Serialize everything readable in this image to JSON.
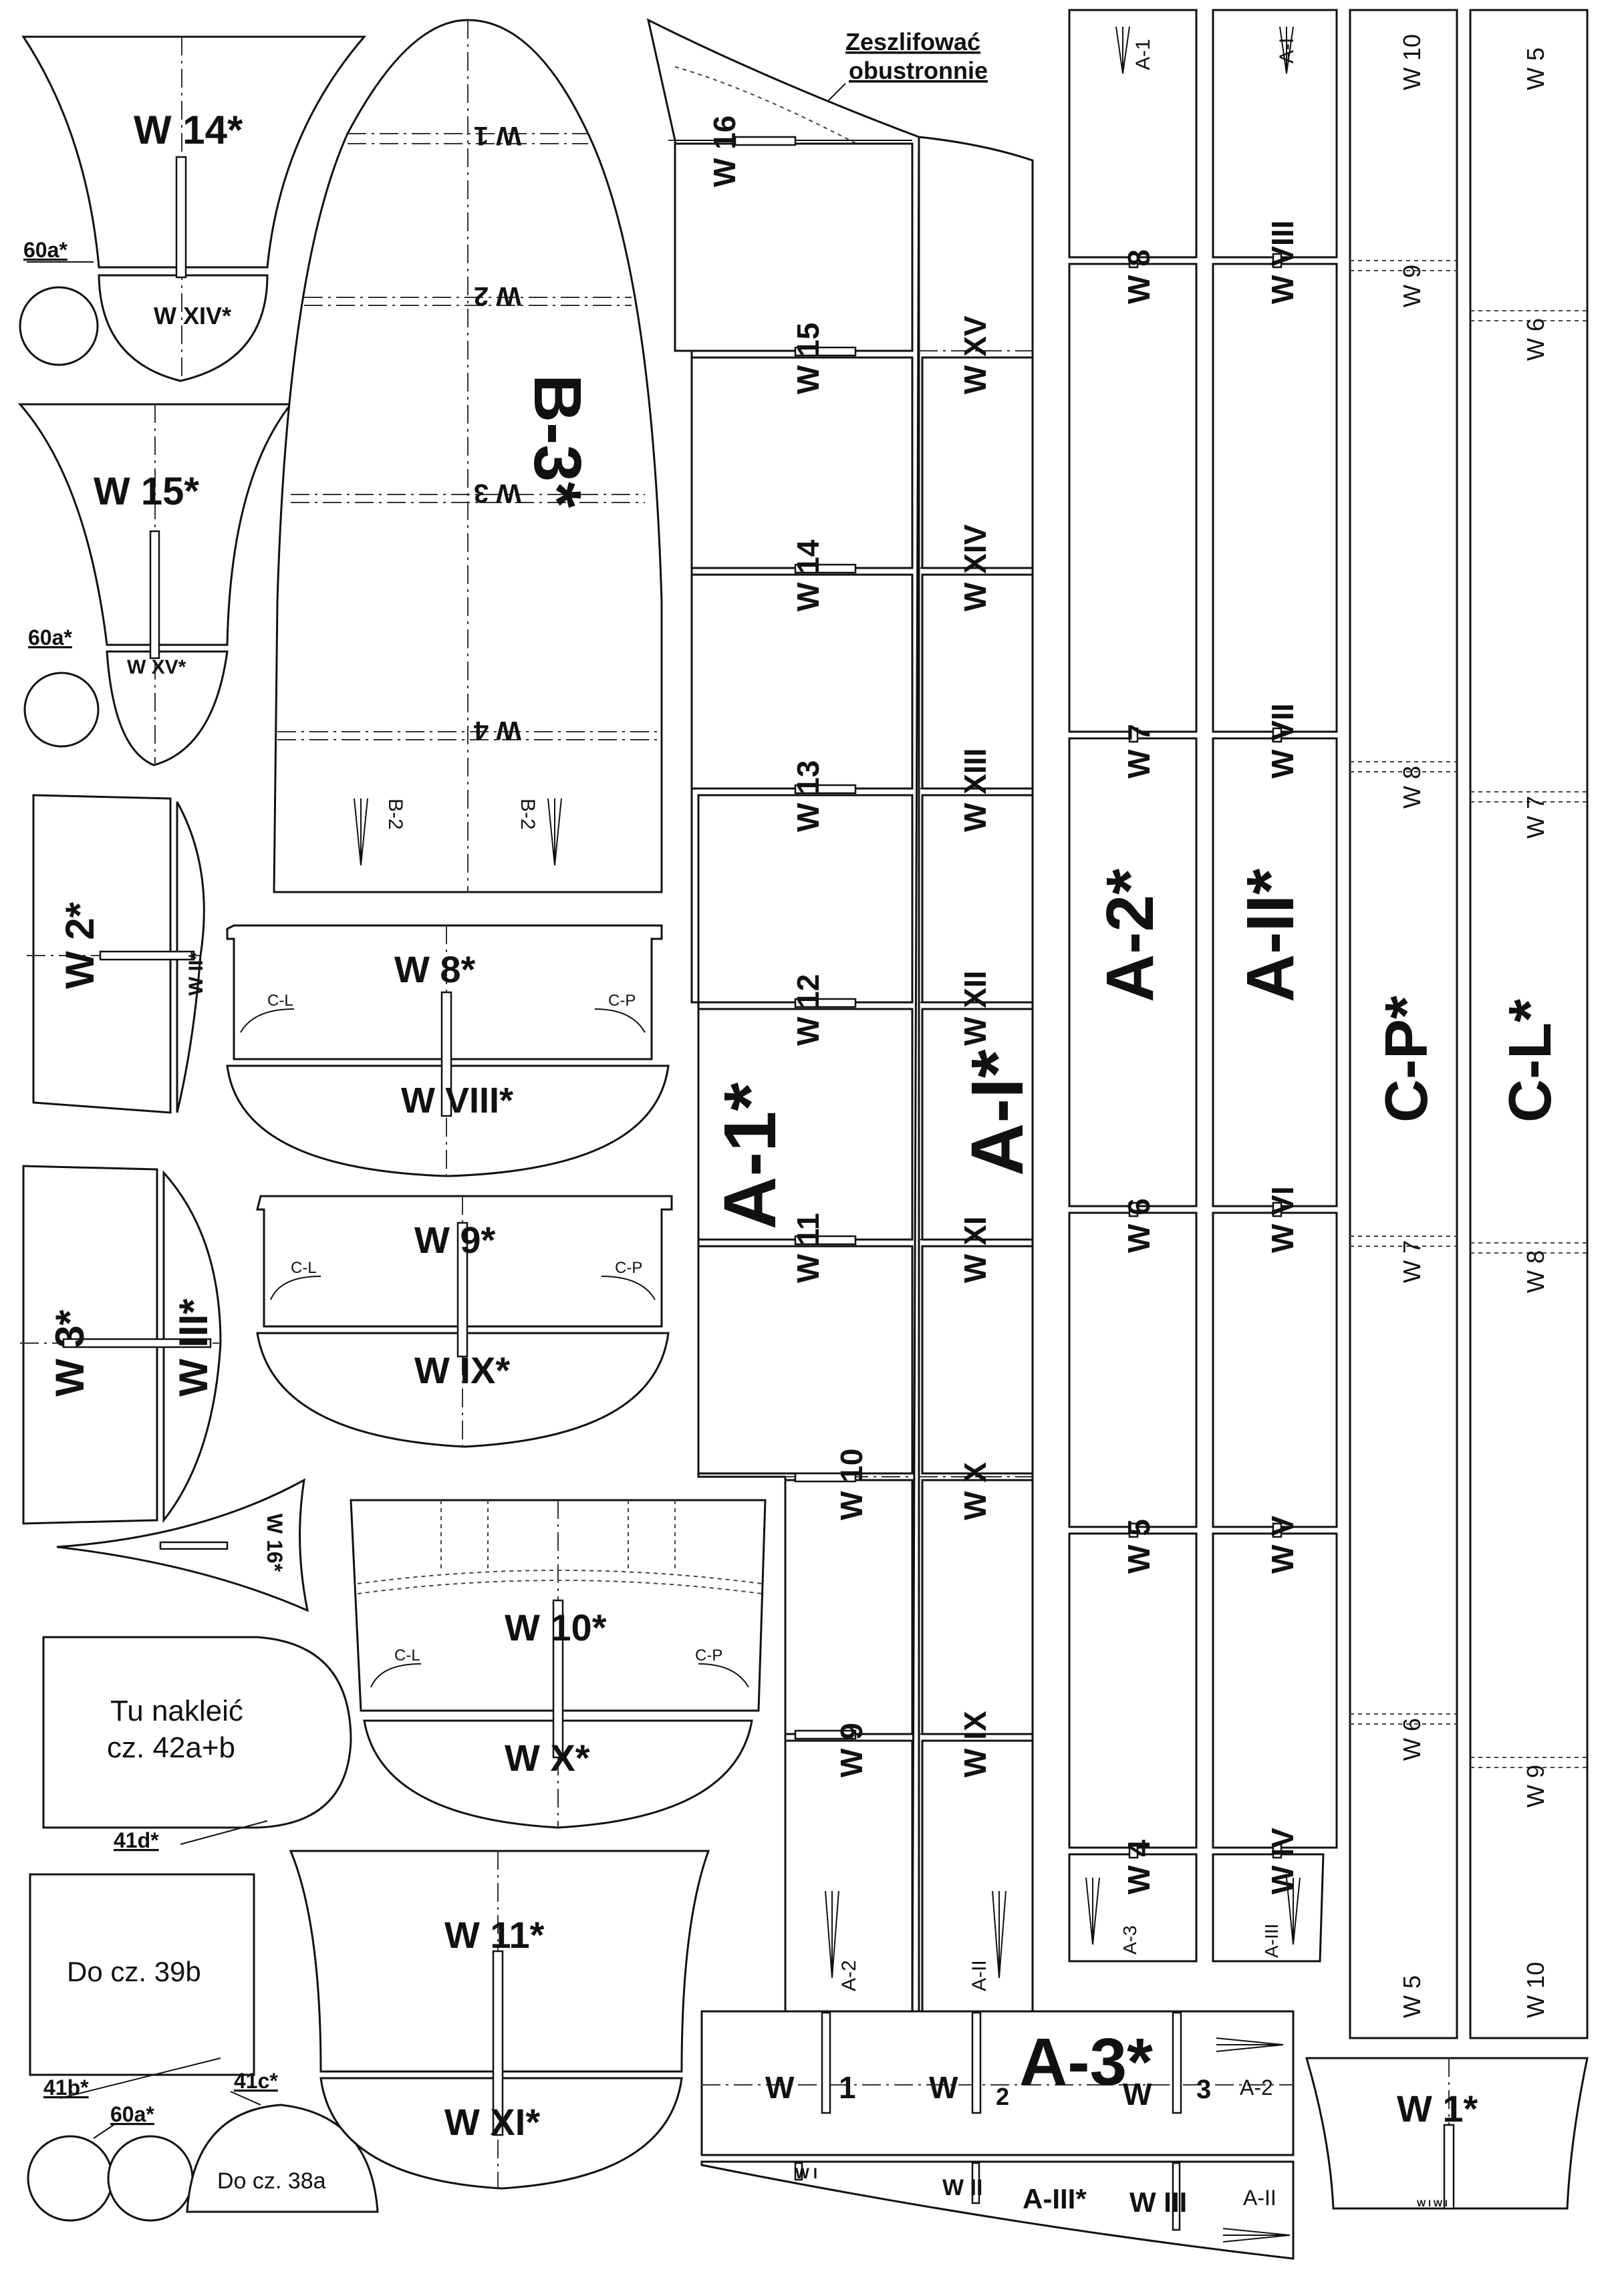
{
  "note": {
    "sand_line1": "Zeszlifować",
    "sand_line2": "obustronnie"
  },
  "formers_left": {
    "w14": "W 14*",
    "wxiv": "W XIV*",
    "w15": "W 15*",
    "wxv": "W XV*",
    "w2": "W 2*",
    "wii": "W II*",
    "w3": "W 3*",
    "wiii": "W III*",
    "w16": "W 16*",
    "ref60a": "60a*"
  },
  "formers_center": {
    "w8": "W 8*",
    "wviii": "W VIII*",
    "w9": "W 9*",
    "wix": "W IX*",
    "w10": "W 10*",
    "wx": "W X*",
    "w11": "W 11*",
    "wxi": "W XI*",
    "cl": "C-L",
    "cp": "C-P"
  },
  "b3": {
    "title": "B-3*",
    "w1": "W 1",
    "w2": "W 2",
    "w3": "W 3",
    "w4": "W 4",
    "b2": "B-2"
  },
  "notes": {
    "glue_line1": "Tu nakleić",
    "glue_line2": "cz. 42a+b",
    "ref41d": "41d*",
    "do39b": "Do cz. 39b",
    "ref41b": "41b*",
    "ref41c": "41c*",
    "ref60a": "60a*",
    "do38a": "Do cz. 38a"
  },
  "strip_a1": {
    "title": "A-1*",
    "w": [
      "W 16",
      "W 15",
      "W 14",
      "W 13",
      "W 12",
      "W 11",
      "W 10",
      "W 9"
    ],
    "end_tag": "A-2"
  },
  "strip_aI": {
    "title": "A-I*",
    "w": [
      "W XV",
      "W XIV",
      "W XIII",
      "W XII",
      "W XI",
      "W X",
      "W IX"
    ],
    "end_tag": "A-II"
  },
  "strip_a2": {
    "title": "A-2*",
    "top_tag": "A-1",
    "w": [
      "W 8",
      "W 7",
      "W 6",
      "W 5",
      "W 4"
    ],
    "end_tag": "A-3"
  },
  "strip_aII": {
    "title": "A-II*",
    "top_tag": "A-I",
    "w": [
      "W VIII",
      "W VII",
      "W VI",
      "W V",
      "W IV"
    ],
    "end_tag": "A-III"
  },
  "strip_cp": {
    "title": "C-P*",
    "w": [
      "W 10",
      "W 9",
      "W 8",
      "W 7",
      "W 6",
      "W 5"
    ]
  },
  "strip_cl": {
    "title": "C-L*",
    "w": [
      "W 5",
      "W 6",
      "W 7",
      "W 8",
      "W 9",
      "W 10"
    ]
  },
  "strip_a3": {
    "title": "A-3*",
    "w1": "W",
    "n1": "1",
    "w2": "W",
    "n2": "2",
    "w3": "W",
    "n3": "3",
    "tag": "A-2"
  },
  "strip_aIII": {
    "title": "A-III*",
    "wi": "W I",
    "wii": "W II",
    "wiii": "W III",
    "tag": "A-II"
  },
  "former_w1": {
    "label": "W 1*",
    "bottom": "W I  W I"
  }
}
